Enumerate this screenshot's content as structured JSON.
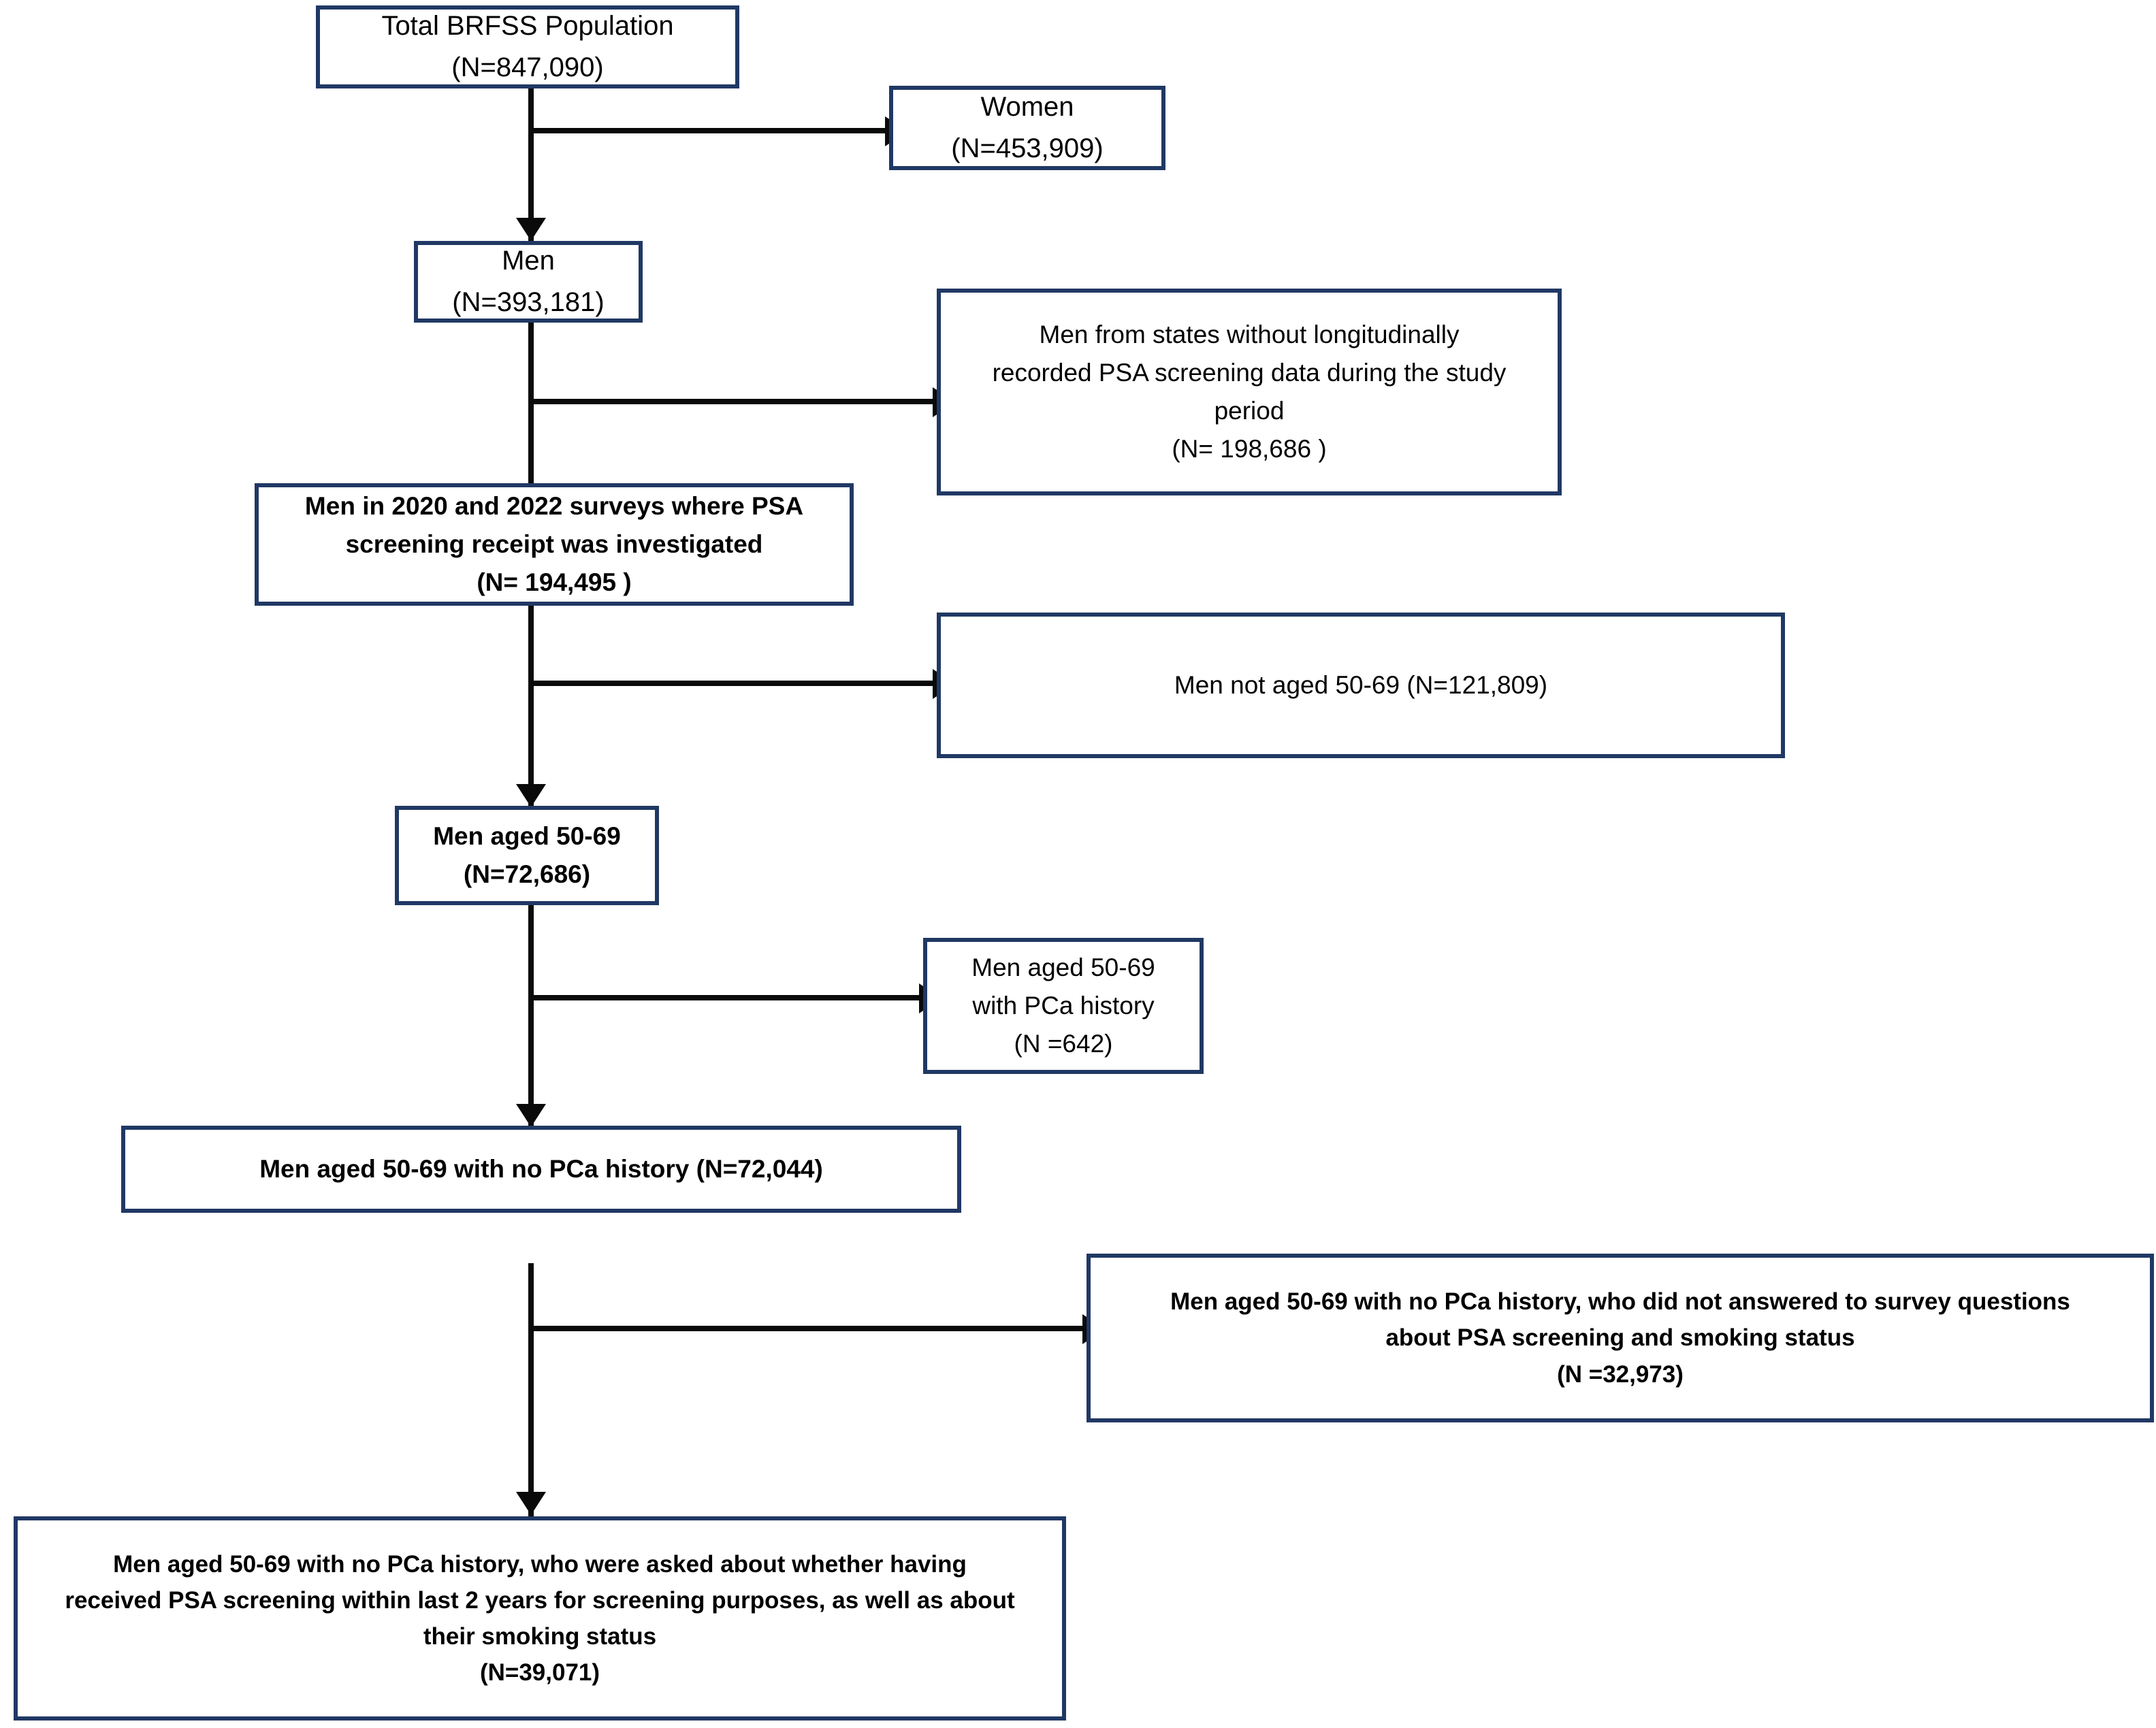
{
  "figure": {
    "type": "flowchart",
    "title": "BRFSS study population selection flow diagram",
    "accent_color": "#203864",
    "line_color": "#0a0a0a",
    "background": "#ffffff"
  },
  "nodes": {
    "total_population": {
      "line1": "Total BRFSS Population",
      "line2": "(N=847,090)"
    },
    "women": {
      "line1": "Women",
      "line2": "(N=453,909)"
    },
    "men": {
      "line1": "Men",
      "line2": "(N=393,181)"
    },
    "excluded_states": {
      "line1": "Men from states without longitudinally",
      "line2": "recorded PSA screening data during the study",
      "line3": "period",
      "line4": "(N= 198,686 )"
    },
    "men_surveys": {
      "line1": "Men in 2020 and 2022 surveys  where PSA",
      "line2": "screening receipt was investigated",
      "line3": "(N= 194,495 )"
    },
    "excluded_age": {
      "line1": "Men not aged 50-69 (N=121,809)"
    },
    "men_5069": {
      "line1": "Men aged 50-69",
      "line2": "(N=72,686)"
    },
    "excluded_pca": {
      "line1": "Men aged 50-69",
      "line2": "with PCa history",
      "line3": "(N =642)"
    },
    "men_no_pca": {
      "line1": "Men aged 50-69 with no PCa history (N=72,044)"
    },
    "excluded_nonresponse": {
      "line1": "Men aged 50-69 with no PCa history, who did not answered to survey questions",
      "line2": "about PSA screening and smoking status",
      "line3": "(N =32,973)"
    },
    "final_sample": {
      "line1": "Men aged 50-69 with no PCa history, who were asked about whether having",
      "line2": "received PSA screening within last 2 years for screening purposes, as well as about",
      "line3": "their smoking status",
      "line4": "(N=39,071)"
    }
  }
}
